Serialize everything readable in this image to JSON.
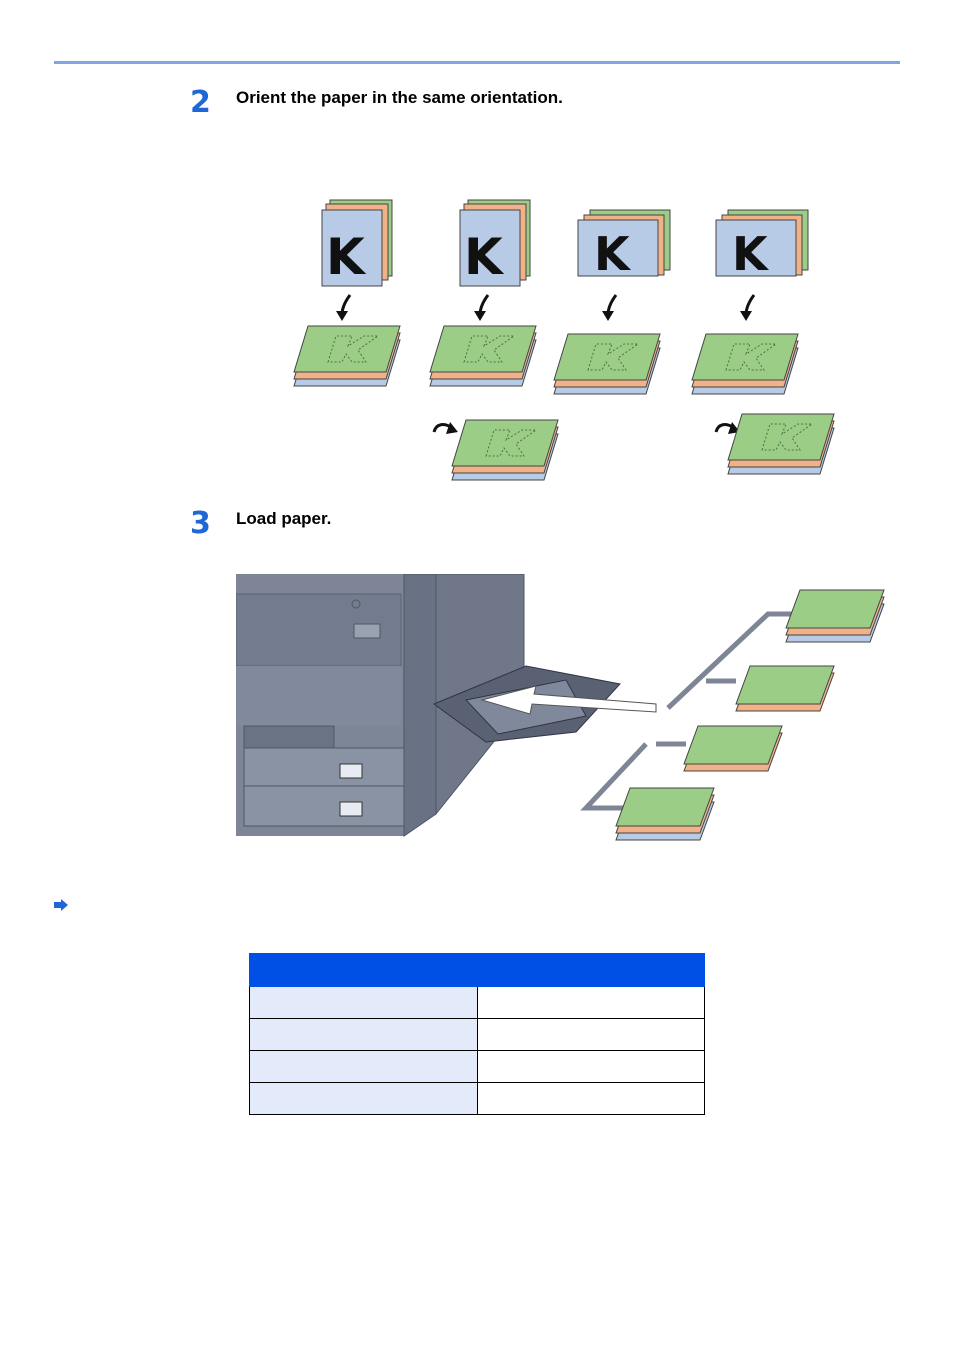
{
  "steps": [
    {
      "number": "2",
      "text": "Orient the paper in the same orientation."
    },
    {
      "number": "3",
      "text": "Load paper."
    }
  ],
  "figure1": {
    "stack_letter": "K",
    "columns": 4
  },
  "colors": {
    "accent": "#1f66d6",
    "rule": "#7fa6e3",
    "table_header": "#0050e6",
    "table_cell_shaded": "#e3ebfb",
    "paper_green": "#9ccd87",
    "paper_orange": "#f0b286",
    "paper_blue": "#b7cbe6",
    "machine_gray": "#7d8596"
  },
  "note_icon": "arrow-right-icon",
  "table": {
    "headers": [
      "",
      ""
    ],
    "rows": [
      [
        "",
        ""
      ],
      [
        "",
        ""
      ],
      [
        "",
        ""
      ],
      [
        "",
        ""
      ]
    ]
  }
}
